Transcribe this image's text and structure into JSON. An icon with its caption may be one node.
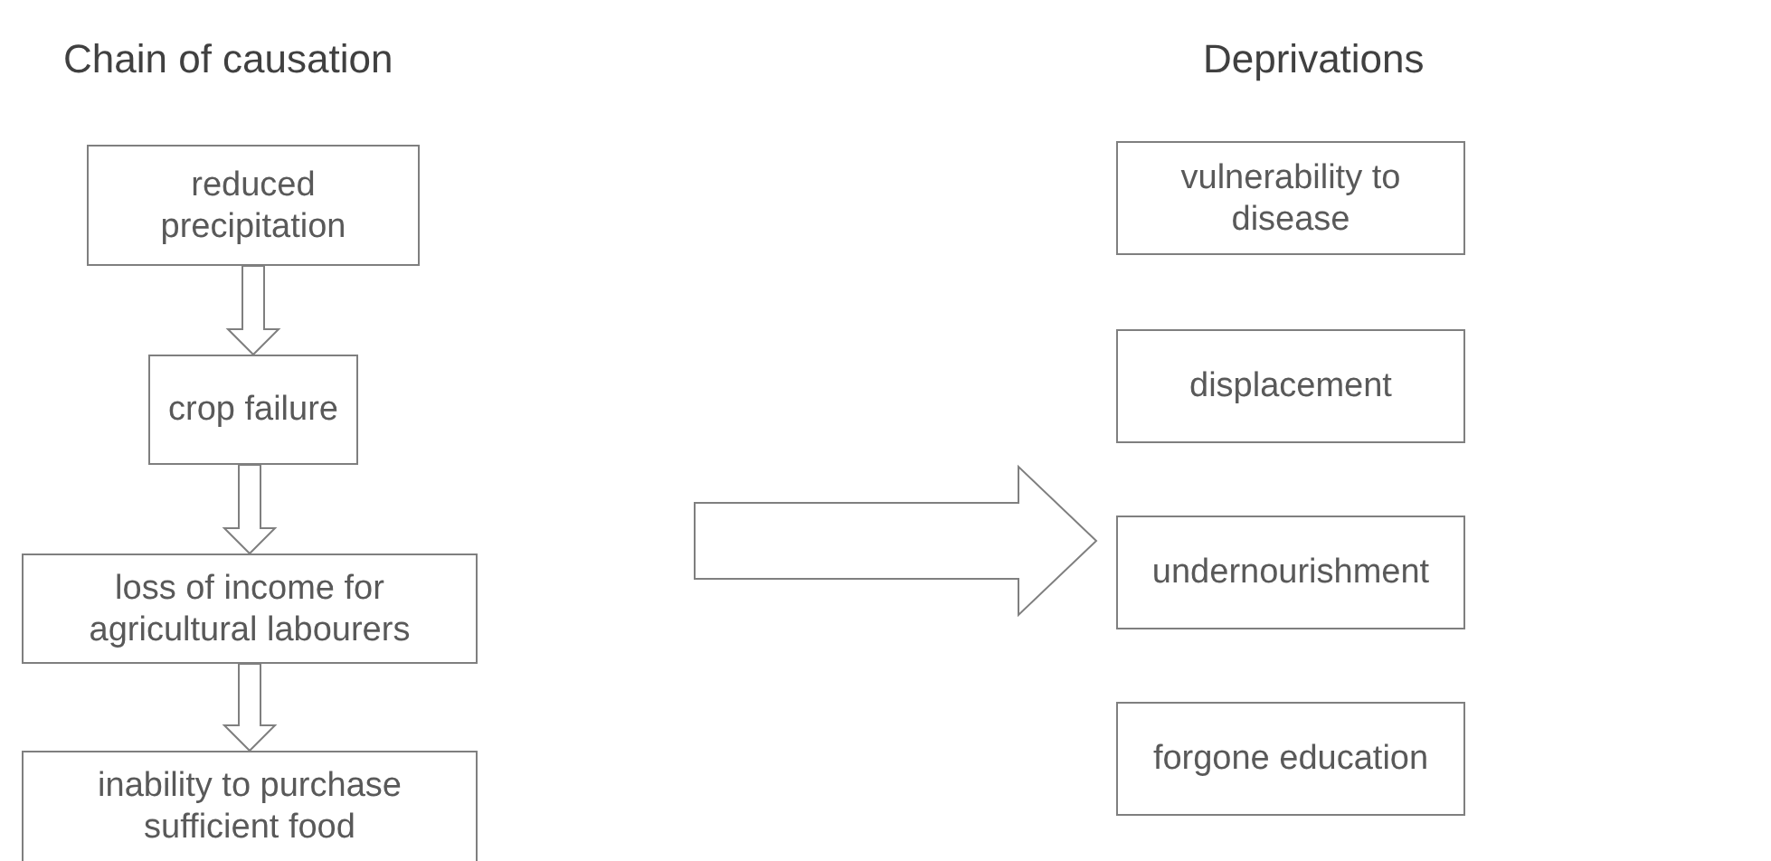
{
  "diagram": {
    "nodes": [
      {
        "text": [
          "reduced precipitation"
        ]
      },
      {
        "text": [
          "crop failure"
        ]
      },
      {
        "text": [
          "loss of income for agricultural labourers"
        ]
      },
      {
        "text": [
          "inability to purchase sufficient food"
        ]
      },
      {
        "text": [
          "vulnerability to disease"
        ]
      },
      {
        "text": [
          "displacement"
        ]
      },
      {
        "text": [
          "undernourishment"
        ]
      },
      {
        "text": [
          "forgone education"
        ]
      }
    ],
    "edges": [
      {
        "from": 0,
        "to": 1,
        "arrow": "to"
      },
      {
        "from": 1,
        "to": 2,
        "arrow": "to"
      },
      {
        "from": 2,
        "to": 3,
        "arrow": "to"
      }
    ],
    "labels": [
      "Chain of causation",
      "Deprivations"
    ]
  }
}
